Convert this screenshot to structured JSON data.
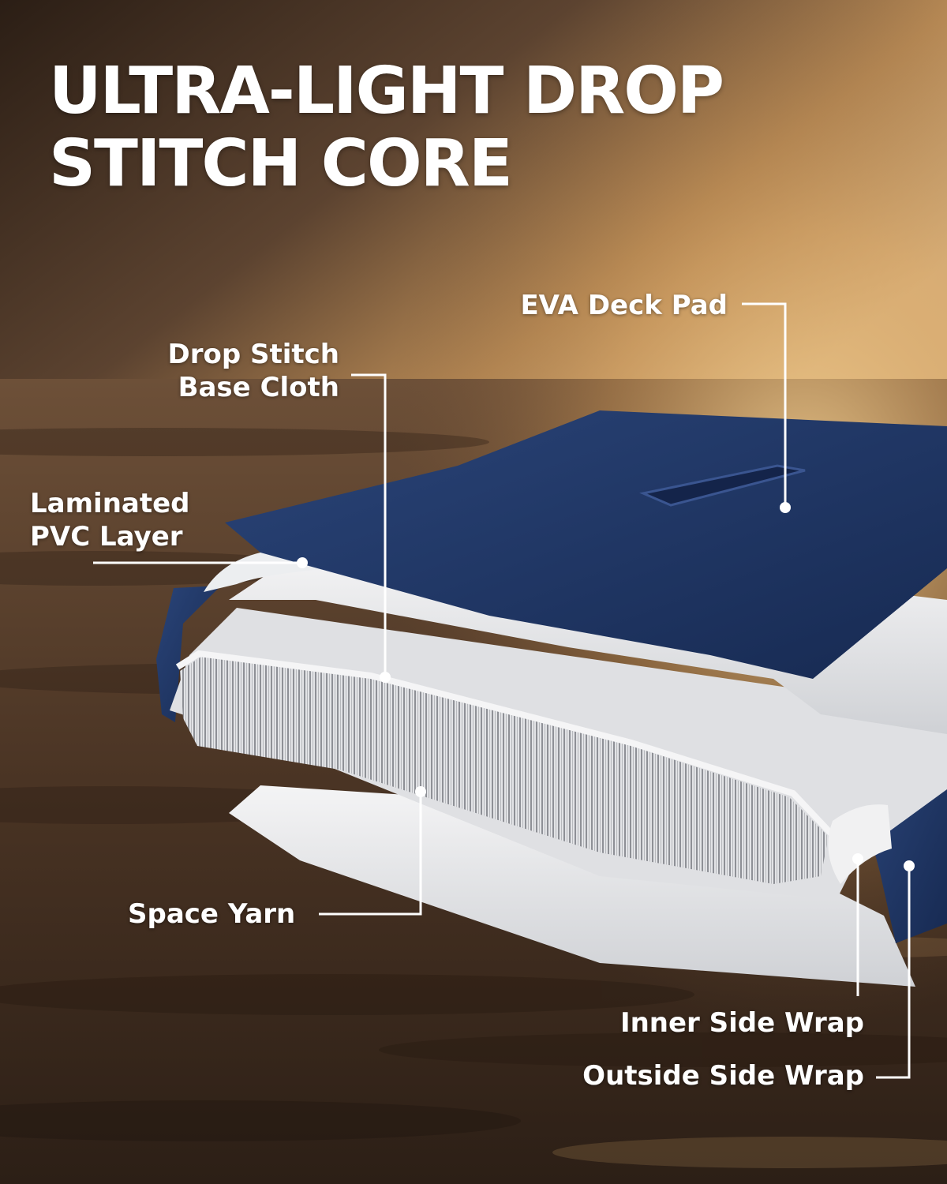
{
  "headline": {
    "line1": "ULTRA-LIGHT DROP",
    "line2": "STITCH CORE"
  },
  "callouts": {
    "eva_deck_pad": "EVA Deck Pad",
    "drop_stitch_line1": "Drop Stitch",
    "drop_stitch_line2": "Base Cloth",
    "laminated_line1": "Laminated",
    "laminated_line2": "PVC Layer",
    "space_yarn": "Space Yarn",
    "inner_side_wrap": "Inner Side Wrap",
    "outside_side_wrap": "Outside Side Wrap"
  },
  "colors": {
    "navy": "#1f3566",
    "pvc_white": "#e9eaec",
    "text": "#ffffff",
    "sky_gold": "#d6a45e",
    "water_brown": "#4a3322"
  }
}
